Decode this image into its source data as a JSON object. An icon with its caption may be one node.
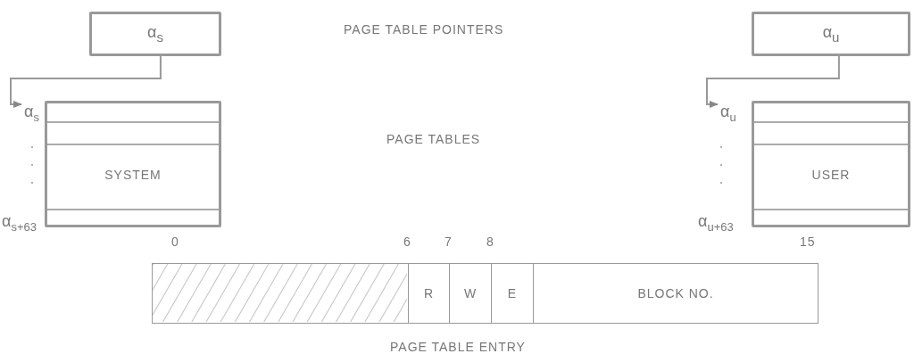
{
  "diagram": {
    "nodes": [
      {
        "text": [
          "α$_{s}$"
        ]
      },
      {
        "text": [
          "SYSTEM"
        ],
        "beside": [
          "α$_{s}$",
          "α$_{s+63}$"
        ]
      },
      {
        "text": [
          "α$_{u}$"
        ]
      },
      {
        "text": [
          "USER"
        ],
        "beside": [
          "α$_{u}$",
          "α$_{u+63}$"
        ]
      },
      {
        "text": [],
        "shape": "box"
      },
      {
        "text": [
          "R"
        ]
      },
      {
        "text": [
          "W"
        ]
      },
      {
        "text": [
          "E"
        ]
      },
      {
        "text": [
          "BLOCK NO."
        ]
      }
    ],
    "edges": [
      {
        "from": 0,
        "to": 1,
        "arrow": "to"
      },
      {
        "from": 2,
        "to": 3,
        "arrow": "to"
      }
    ],
    "labels": [
      "PAGE TABLE POINTERS",
      "PAGE TABLES",
      "0",
      "6",
      "7",
      "8",
      "15",
      "PAGE TABLE ENTRY"
    ]
  }
}
